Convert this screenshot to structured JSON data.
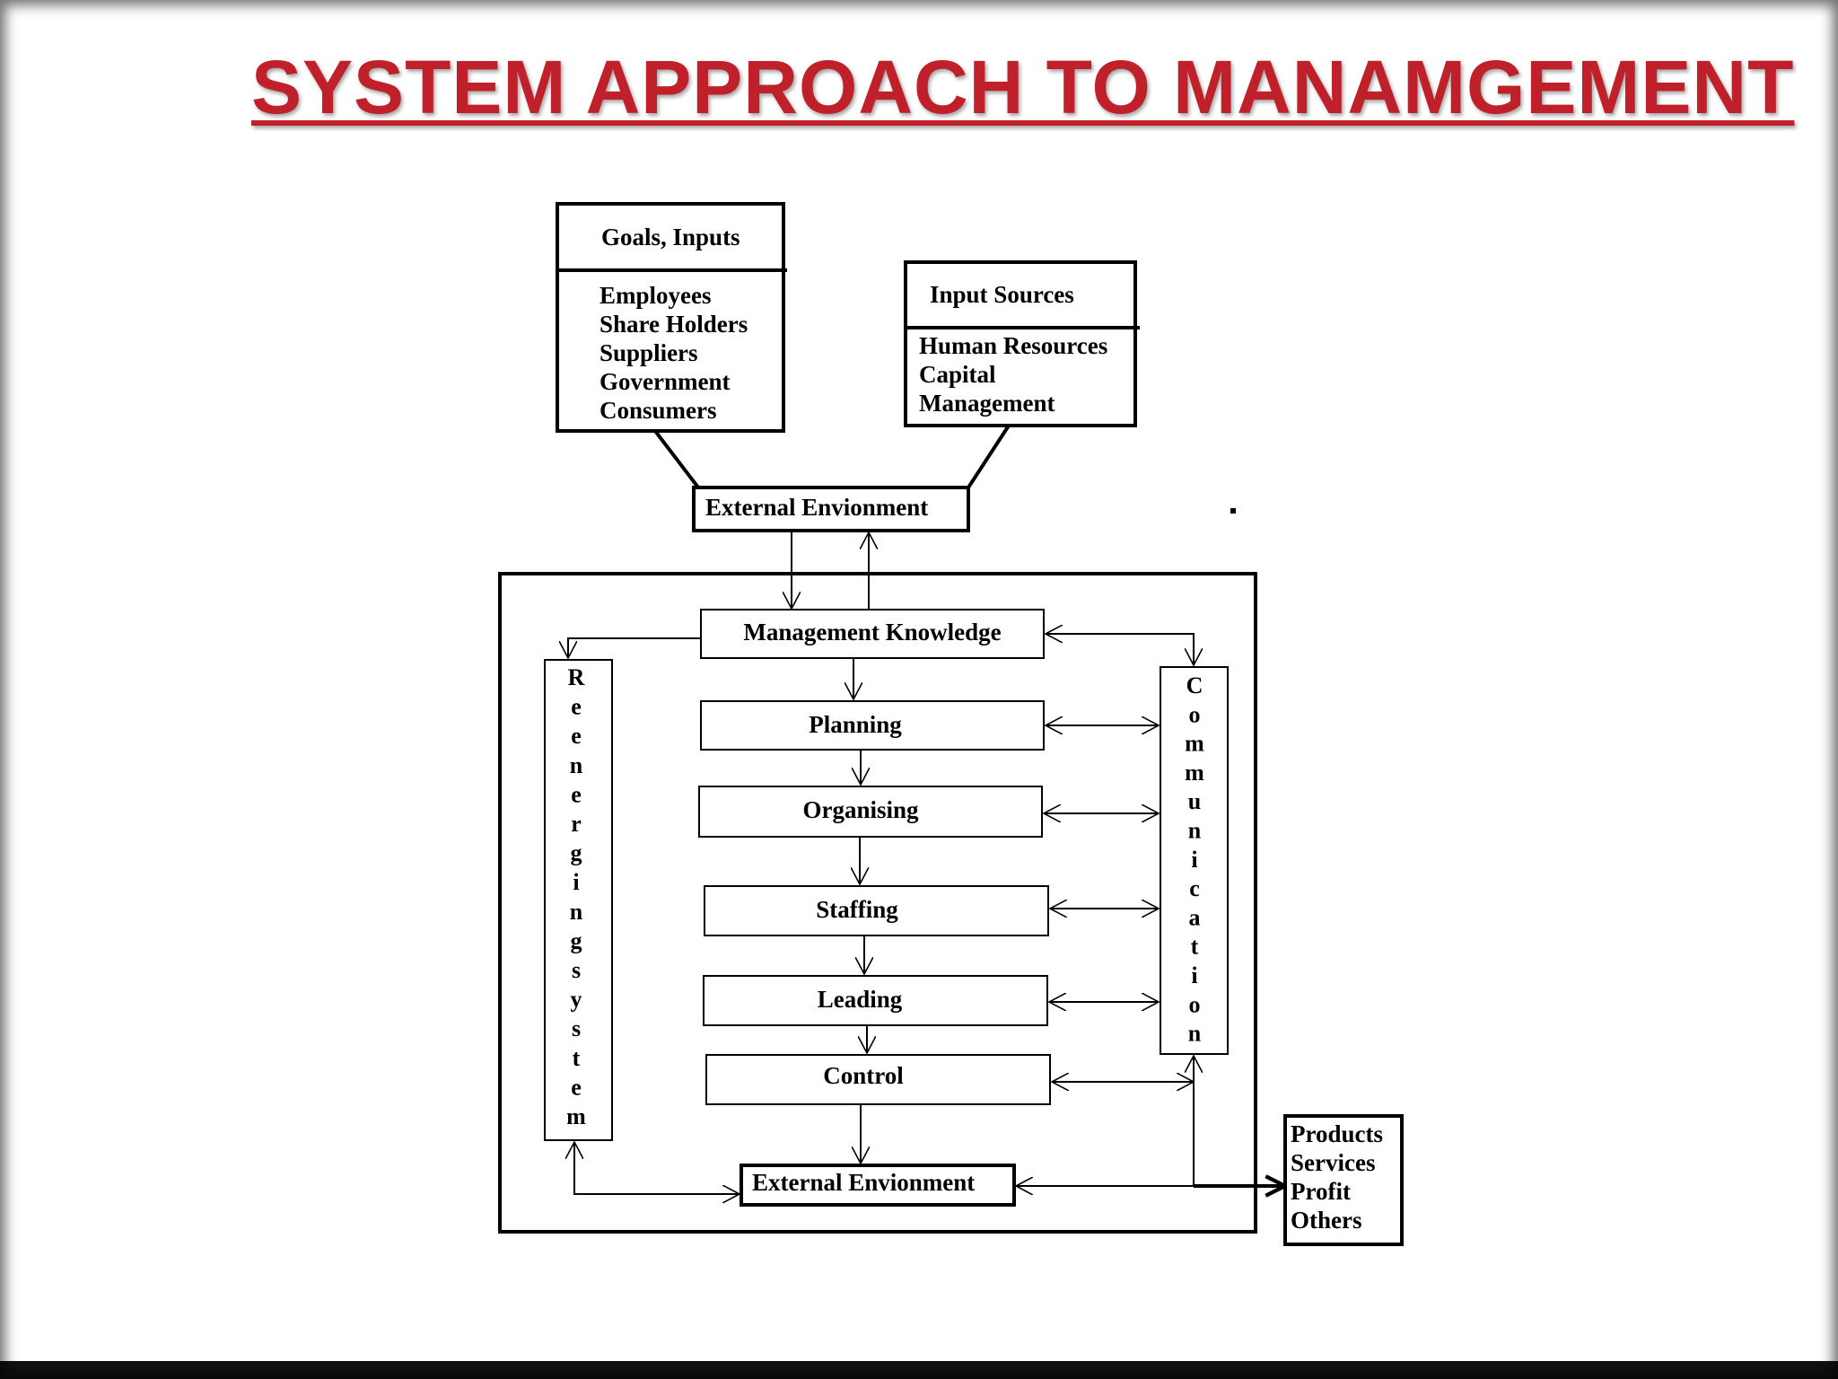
{
  "title": "SYSTEM APPROACH TO MANAMGEMENT",
  "goals_box": {
    "header": "Goals, Inputs",
    "items": [
      "Employees",
      "Share Holders",
      "Suppliers",
      "Government",
      "Consumers"
    ]
  },
  "input_sources_box": {
    "header": "Input Sources",
    "items": [
      "Human Resources",
      "Capital",
      "Management"
    ]
  },
  "external_environment_top": "External Envionment",
  "external_environment_bottom": "External Envionment",
  "management_knowledge": "Management Knowledge",
  "functions": [
    "Planning",
    "Organising",
    "Staffing",
    "Leading",
    "Control"
  ],
  "reenergizing_letters": [
    "R",
    "e",
    "e",
    "n",
    "e",
    "r",
    "g",
    "i",
    "n",
    "g",
    "s",
    "y",
    "s",
    "t",
    "e",
    "m"
  ],
  "communication_letters": [
    "C",
    "o",
    "m",
    "m",
    "u",
    "n",
    "i",
    "c",
    "a",
    "t",
    "i",
    "o",
    "n"
  ],
  "outputs_box": {
    "items": [
      "Products",
      "Services",
      "Profit",
      "Others"
    ]
  }
}
